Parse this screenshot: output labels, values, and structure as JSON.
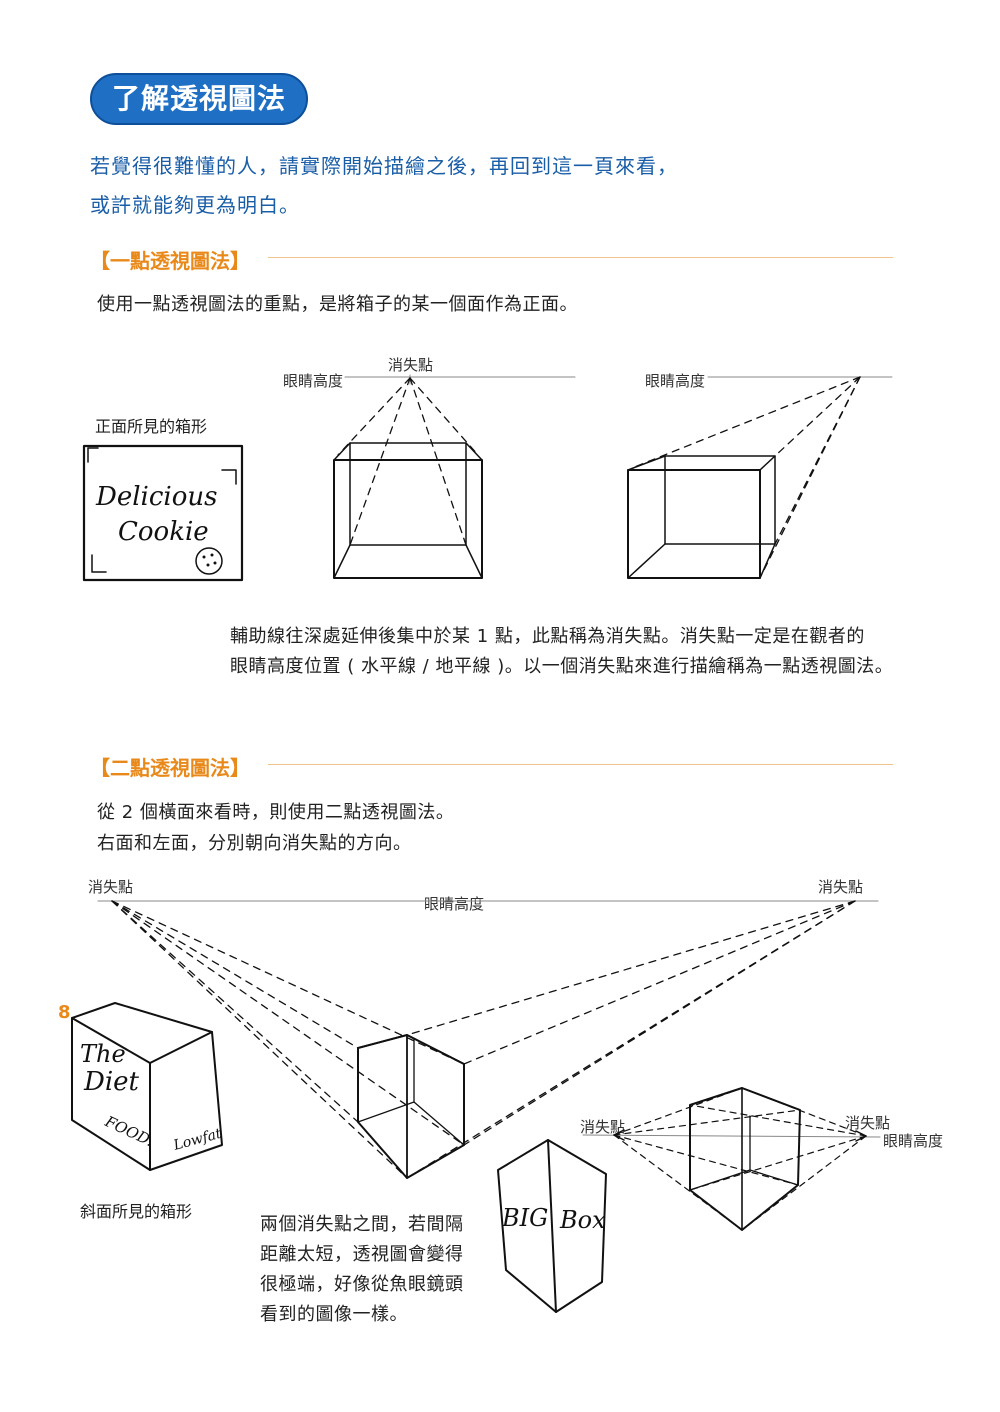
{
  "title": "了解透視圖法",
  "intro": [
    "若覺得很難懂的人，請實際開始描繪之後，再回到這一頁來看，",
    "或許就能夠更為明白。"
  ],
  "sections": {
    "one_point": {
      "heading": "【一點透視圖法】",
      "text": "使用一點透視圖法的重點，是將箱子的某一個面作為正面。",
      "caption_front_box": "正面所見的箱形",
      "label_eye_height_1": "眼睛高度",
      "label_vanishing_point": "消失點",
      "label_eye_height_2": "眼睛高度",
      "box_text_line1": "Delicious",
      "box_text_line2": "Cookie",
      "explain": [
        "輔助線往深處延伸後集中於某 1 點，此點稱為消失點。消失點一定是在觀者的",
        "眼睛高度位置 ( 水平線 / 地平線 )。以一個消失點來進行描繪稱為一點透視圖法。"
      ]
    },
    "two_point": {
      "heading": "【二點透視圖法】",
      "text": [
        "從 2 個橫面來看時，則使用二點透視圖法。",
        "右面和左面，分別朝向消失點的方向。"
      ],
      "label_vp_left": "消失點",
      "label_vp_right": "消失點",
      "label_eye_height": "眼睛高度",
      "caption_oblique_box": "斜面所見的箱形",
      "diet_box": [
        "The",
        "Diet",
        "FOOD.",
        "Lowfat"
      ],
      "big_box": [
        "BIG",
        "Box"
      ],
      "small_vp_left": "消失點",
      "small_vp_right": "消失點",
      "small_eye_height": "眼睛高度",
      "explain": [
        "兩個消失點之間，若間隔",
        "距離太短，透視圖會變得",
        "很極端，好像從魚眼鏡頭",
        "看到的圖像一樣。"
      ]
    }
  },
  "page_number": "8",
  "colors": {
    "title_bg": "#1f6fc4",
    "intro_text": "#1a5ea8",
    "heading": "#e8891a"
  }
}
